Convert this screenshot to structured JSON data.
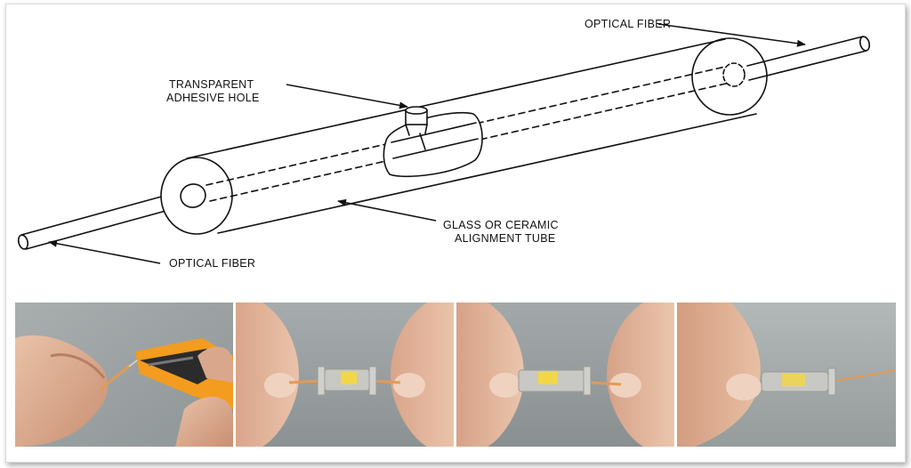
{
  "labels": {
    "fiber_top": "OPTICAL FIBER",
    "adhesive_line1": "TRANSPARENT",
    "adhesive_line2": "ADHESIVE HOLE",
    "tube_line1": "GLASS OR CERAMIC",
    "tube_line2": "ALIGNMENT TUBE",
    "fiber_bottom": "OPTICAL FIBER"
  },
  "colors": {
    "ink": "#111111",
    "fiber_jacket": "#e59a55",
    "stripper_orange": "#f39c1f",
    "connector_gray": "#c8c8c4",
    "splice_yellow": "#f2d64a",
    "background_gray": "#9aa1a3"
  },
  "photos": [
    {
      "name": "stripping-fiber"
    },
    {
      "name": "inserting-fiber-into-splice"
    },
    {
      "name": "closing-splice"
    },
    {
      "name": "completed-splice"
    }
  ]
}
